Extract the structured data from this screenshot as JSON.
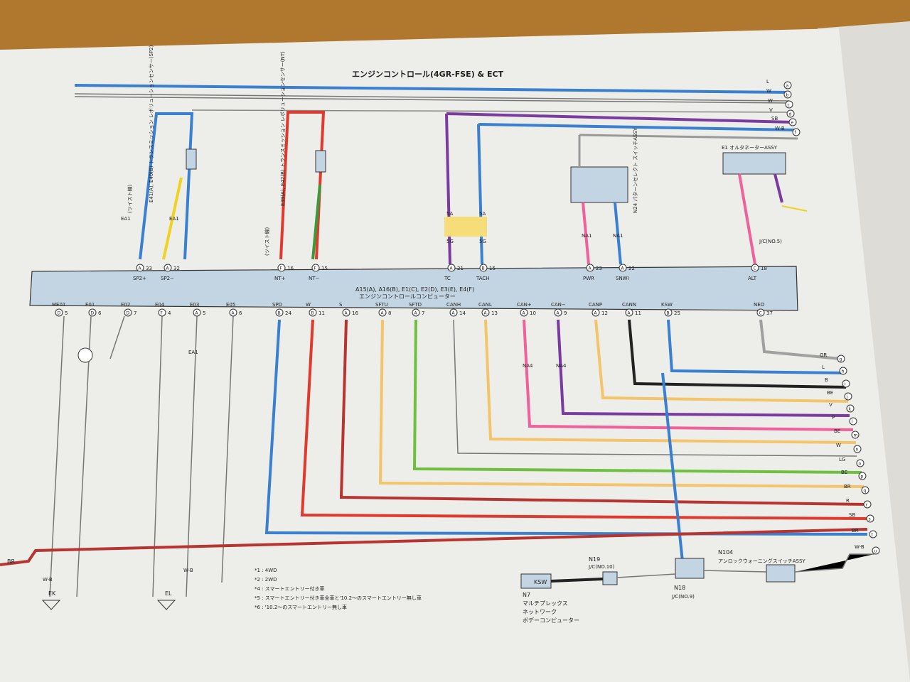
{
  "title": "エンジンコントロール(4GR-FSE) & ECT",
  "ecu": {
    "name_line1": "A15(A), A16(B), E1(C), E2(D), E3(E), E4(F)",
    "name_line2": "エンジンコントロールコンピューター",
    "top_pins": [
      {
        "conn": "A",
        "num": "33",
        "label": "SP2+"
      },
      {
        "conn": "A",
        "num": "32",
        "label": "SP2−"
      },
      {
        "conn": "F",
        "num": "16",
        "label": "NT+"
      },
      {
        "conn": "F",
        "num": "15",
        "label": "NT−"
      },
      {
        "conn": "A",
        "num": "21",
        "label": "TC"
      },
      {
        "conn": "B",
        "num": "15",
        "label": "TACH"
      },
      {
        "conn": "A",
        "num": "23",
        "label": "PWR"
      },
      {
        "conn": "A",
        "num": "22",
        "label": "SNWI"
      },
      {
        "conn": "C",
        "num": "18",
        "label": "ALT"
      }
    ],
    "bottom_pins": [
      {
        "conn": "D",
        "num": "5",
        "label": "ME01"
      },
      {
        "conn": "D",
        "num": "6",
        "label": "E01"
      },
      {
        "conn": "D",
        "num": "7",
        "label": "E02"
      },
      {
        "conn": "F",
        "num": "4",
        "label": "E04"
      },
      {
        "conn": "A",
        "num": "5",
        "label": "E03"
      },
      {
        "conn": "A",
        "num": "6",
        "label": "E05"
      },
      {
        "conn": "B",
        "num": "24",
        "label": "SPD"
      },
      {
        "conn": "B",
        "num": "11",
        "label": "W"
      },
      {
        "conn": "A",
        "num": "16",
        "label": "S"
      },
      {
        "conn": "A",
        "num": "8",
        "label": "SFTU"
      },
      {
        "conn": "A",
        "num": "7",
        "label": "SFTD"
      },
      {
        "conn": "A",
        "num": "14",
        "label": "CANH"
      },
      {
        "conn": "A",
        "num": "13",
        "label": "CANL"
      },
      {
        "conn": "A",
        "num": "10",
        "label": "CAN+"
      },
      {
        "conn": "A",
        "num": "9",
        "label": "CAN−"
      },
      {
        "conn": "A",
        "num": "12",
        "label": "CANP"
      },
      {
        "conn": "A",
        "num": "11",
        "label": "CANN"
      },
      {
        "conn": "B",
        "num": "25",
        "label": "KSW"
      },
      {
        "conn": "C",
        "num": "37",
        "label": "NEO"
      }
    ]
  },
  "sensors": {
    "sp2": "E41(A), E40(B) トランスミッション レボリューションセンサー(SP2)",
    "nt": "E39(A), E42(B) トランスミッション レボリューションセンサー(NT)",
    "relay": "N24 パターンセレクト スイッチASSY",
    "alt": "E1 オルタネーターASSY",
    "alt_sub": "J/C(NO.5)",
    "twist": "(ツイスト線)"
  },
  "connectors": {
    "ea1": "EA1",
    "na1": "NA1",
    "na4": "NA4",
    "c5a": "5A",
    "c5g": "5G"
  },
  "right_wires": [
    {
      "letter": "a",
      "code": "L"
    },
    {
      "letter": "b",
      "code": "W"
    },
    {
      "letter": "c",
      "code": "W"
    },
    {
      "letter": "d",
      "code": "V"
    },
    {
      "letter": "e",
      "code": "SB"
    },
    {
      "letter": "f",
      "code": "W-B"
    },
    {
      "letter": "g",
      "code": "GR"
    },
    {
      "letter": "h",
      "code": "L"
    },
    {
      "letter": "i",
      "code": "B"
    },
    {
      "letter": "j",
      "code": "BE"
    },
    {
      "letter": "k",
      "code": "V"
    },
    {
      "letter": "l",
      "code": "P"
    },
    {
      "letter": "m",
      "code": "BE"
    },
    {
      "letter": "n",
      "code": "W"
    },
    {
      "letter": "o",
      "code": "LG"
    },
    {
      "letter": "p",
      "code": "BE"
    },
    {
      "letter": "q",
      "code": "BR"
    },
    {
      "letter": "r",
      "code": "R"
    },
    {
      "letter": "s",
      "code": "SB"
    },
    {
      "letter": "t",
      "code": "BR"
    },
    {
      "letter": "u",
      "code": "W-B"
    }
  ],
  "wire_labels": {
    "br_left": "BR",
    "wb": "W-B",
    "grounds": [
      "EK",
      "EL"
    ]
  },
  "notes": [
    "*1 : 4WD",
    "*2 : 2WD",
    "*4 : スマートエントリー付き車",
    "*5 : スマートエントリー付き車全車と'10.2〜のスマートエントリー無し車",
    "*6 : '10.2〜のスマートエントリー無し車"
  ],
  "bottom_components": {
    "ksw_box": "KSW",
    "n7_line1": "N7",
    "n7_line2": "マルチプレックス",
    "n7_line3": "ネットワーク",
    "n7_line4": "ボデーコンピューター",
    "n19": "N19",
    "n19_sub": "J/C(NO.10)",
    "n18": "N18",
    "n18_sub": "J/C(NO.9)",
    "n104": "N104",
    "n104_sub": "アンロックウォーニングスイッチASSY"
  },
  "colors": {
    "paper": "#ededea",
    "desk": "#b0782e",
    "ecu_fill": "#c3d4e3",
    "wire_blue": "#3a7fd0",
    "wire_red": "#e03a2e",
    "wire_purple": "#7a3aa0",
    "wire_pink": "#f0609a",
    "wire_green": "#6fbf40",
    "wire_beige": "#f3c46a",
    "wire_brown": "#b83430",
    "wire_black": "#222222",
    "wire_gray": "#a0a0a0",
    "wire_yellow": "#f2d220"
  }
}
